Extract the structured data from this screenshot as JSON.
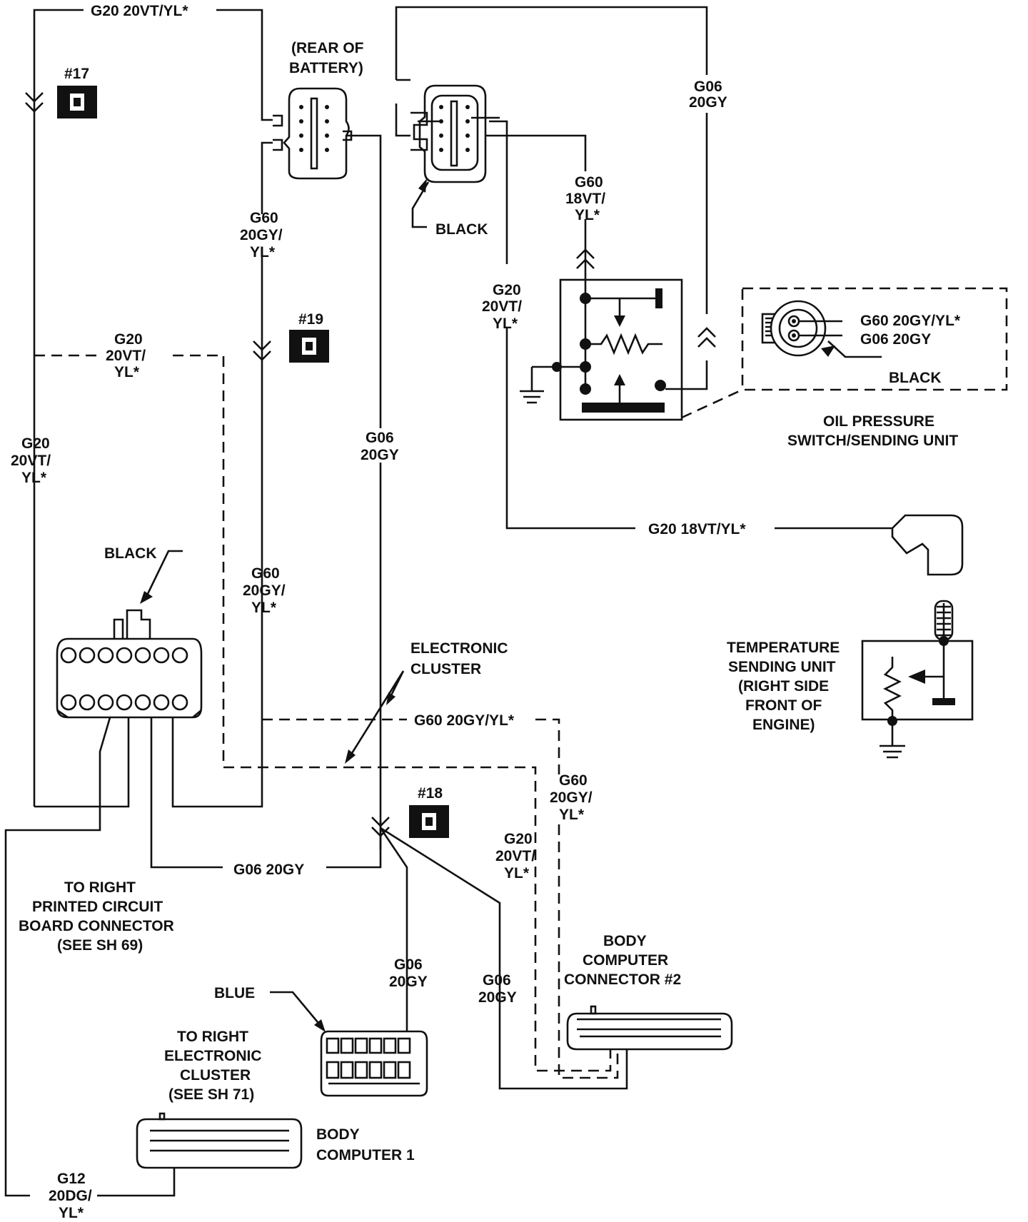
{
  "labels": {
    "top_g20": "G20 20VT/YL*",
    "splice17": "#17",
    "splice19": "#19",
    "splice18": "#18",
    "rear_of_battery_1": "(REAR OF",
    "rear_of_battery_2": "BATTERY)",
    "g06_top_1": "G06",
    "g06_top_2": "20GY",
    "g60_18_1": "G60",
    "g60_18_2": "18VT/",
    "g60_18_3": "YL*",
    "black_top": "BLACK",
    "g60_upper_1": "G60",
    "g60_upper_2": "20GY/",
    "g60_upper_3": "YL*",
    "g20_right_1": "G20",
    "g20_right_2": "20VT/",
    "g20_right_3": "YL*",
    "g20_mid_1": "G20",
    "g20_mid_2": "20VT/",
    "g20_mid_3": "YL*",
    "g20_left_1": "G20",
    "g20_left_2": "20VT/",
    "g20_left_3": "YL*",
    "g06_mid_1": "G06",
    "g06_mid_2": "20GY",
    "oil_g60": "G60 20GY/YL*",
    "oil_g06": "G06 20GY",
    "oil_black": "BLACK",
    "oil_title_1": "OIL PRESSURE",
    "oil_title_2": "SWITCH/SENDING UNIT",
    "g20_18": "G20 18VT/YL*",
    "black_left": "BLACK",
    "g60_lower_1": "G60",
    "g60_lower_2": "20GY/",
    "g60_lower_3": "YL*",
    "temp_1": "TEMPERATURE",
    "temp_2": "SENDING UNIT",
    "temp_3": "(RIGHT SIDE",
    "temp_4": "FRONT OF",
    "temp_5": "ENGINE)",
    "elec_cluster_1": "ELECTRONIC",
    "elec_cluster_2": "CLUSTER",
    "g60_dashed": "G60 20GY/YL*",
    "g60_right_1": "G60",
    "g60_right_2": "20GY/",
    "g60_right_3": "YL*",
    "g20_low_1": "G20",
    "g20_low_2": "20VT/",
    "g20_low_3": "YL*",
    "g06_bottom": "G06 20GY",
    "right_pcb_1": "TO RIGHT",
    "right_pcb_2": "PRINTED CIRCUIT",
    "right_pcb_3": "BOARD CONNECTOR",
    "right_pcb_4": "(SEE SH 69)",
    "body_comp2_1": "BODY",
    "body_comp2_2": "COMPUTER",
    "body_comp2_3": "CONNECTOR #2",
    "g06_blue_1": "G06",
    "g06_blue_2": "20GY",
    "g06_bc2_1": "G06",
    "g06_bc2_2": "20GY",
    "blue": "BLUE",
    "right_ec_1": "TO RIGHT",
    "right_ec_2": "ELECTRONIC",
    "right_ec_3": "CLUSTER",
    "right_ec_4": "(SEE SH 71)",
    "body_comp1_1": "BODY",
    "body_comp1_2": "COMPUTER 1",
    "g12_1": "G12",
    "g12_2": "20DG/",
    "g12_3": "YL*"
  }
}
